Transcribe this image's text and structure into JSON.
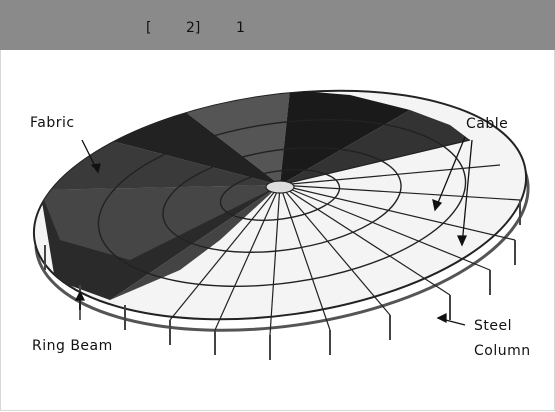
{
  "header": {
    "bracket_open": "[",
    "ref_number": "2]",
    "figure_number": "1"
  },
  "diagram": {
    "labels": {
      "fabric": "Fabric",
      "cable": "Cable",
      "ring_beam": "Ring Beam",
      "steel_column_line1": "Steel",
      "steel_column_line2": "Column"
    }
  },
  "colors": {
    "header_bg": "#8a8a8a",
    "fabric_dark": "#1a1a1a",
    "line": "#222222"
  }
}
